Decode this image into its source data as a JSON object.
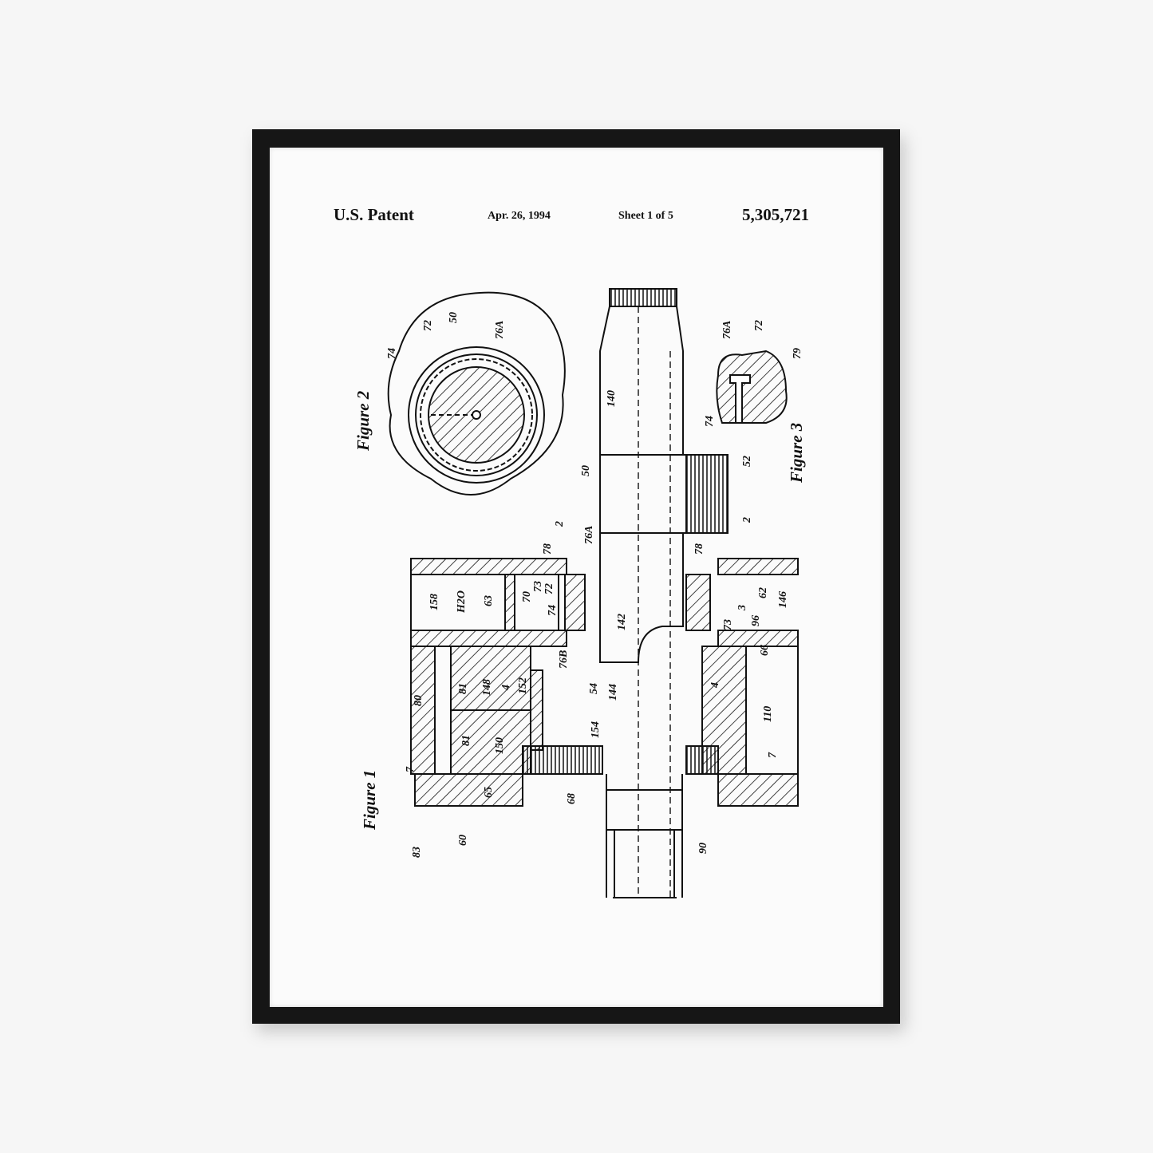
{
  "header": {
    "title": "U.S. Patent",
    "date": "Apr. 26, 1994",
    "sheet": "Sheet 1 of 5",
    "patent_number": "5,305,721"
  },
  "drawing": {
    "labels": [
      "Figure 2",
      "74",
      "72",
      "50",
      "76A",
      "140",
      "50",
      "52",
      "Figure 3",
      "76A",
      "72",
      "79",
      "74",
      "2",
      "2",
      "78",
      "76A",
      "78",
      "158",
      "H2O",
      "63",
      "70",
      "73",
      "72",
      "74",
      "142",
      "62",
      "3",
      "146",
      "73",
      "96",
      "76B",
      "66",
      "81",
      "148",
      "4",
      "152",
      "54",
      "144",
      "4",
      "80",
      "110",
      "154",
      "81",
      "150",
      "7",
      "7",
      "Figure 1",
      "65",
      "68",
      "90",
      "83",
      "60"
    ]
  },
  "colors": {
    "frame": "#161616",
    "paper": "#fbfbfb",
    "ink": "#111111"
  }
}
